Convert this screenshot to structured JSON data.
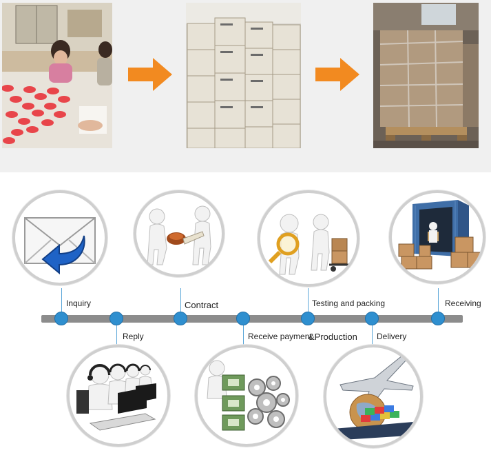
{
  "steps": {
    "inquiry": "Inquiry",
    "reply": "Reply",
    "contract": "Contract",
    "receive_payment": "Receive payment",
    "production": "&Production",
    "testing_packing": "Testing and packing",
    "delivery": "Delivery",
    "receiving": "Receiving"
  },
  "colors": {
    "arrow": "#f28a20",
    "timeline_dot": "#2f8fcf",
    "timeline_bar": "#8c8c8c"
  },
  "icons": {
    "inquiry": "envelope-reply-icon",
    "contract": "handshake-stamp-icon",
    "testing": "magnifier-inspection-icon",
    "receiving": "container-unloading-icon",
    "reply": "call-center-operators-icon",
    "production": "money-gears-icon",
    "delivery": "airplane-ship-globe-icon"
  }
}
